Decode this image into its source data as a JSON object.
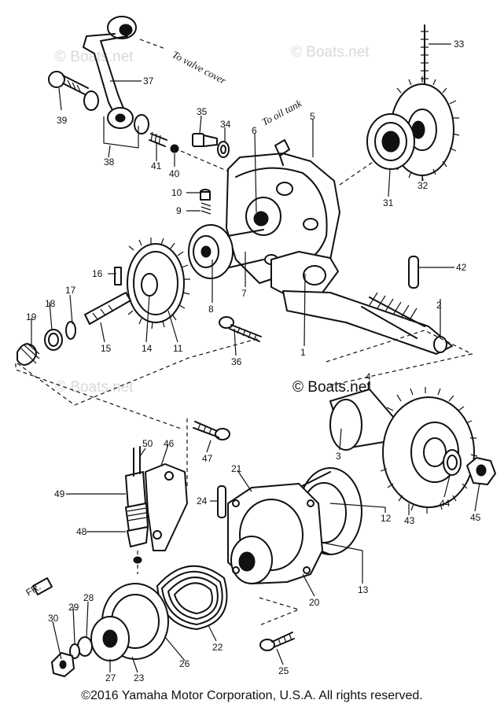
{
  "watermarks": [
    "© Boats.net",
    "© Boats.net",
    "© Boats.net",
    "© Boats.net"
  ],
  "notes": {
    "to_valve_cover": "To valve cover",
    "to_oil_tank": "To oil tank"
  },
  "callouts": [
    "1",
    "2",
    "3",
    "4",
    "5",
    "6",
    "7",
    "8",
    "9",
    "10",
    "11",
    "12",
    "13",
    "14",
    "15",
    "16",
    "17",
    "18",
    "19",
    "20",
    "21",
    "22",
    "23",
    "24",
    "25",
    "26",
    "27",
    "28",
    "29",
    "30",
    "31",
    "32",
    "33",
    "34",
    "35",
    "36",
    "37",
    "38",
    "39",
    "40",
    "41",
    "42",
    "43",
    "44",
    "45",
    "46",
    "47",
    "48",
    "49",
    "50"
  ],
  "front_mark": "FR.",
  "copyright": "©2016 Yamaha Motor Corporation, U.S.A. All rights reserved."
}
